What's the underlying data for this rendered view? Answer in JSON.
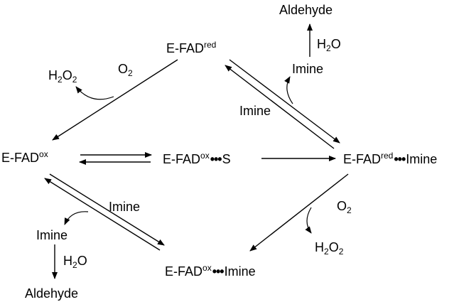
{
  "species": {
    "efad_red_top": {
      "base": "E-FAD",
      "sup": "red"
    },
    "efad_ox_left": {
      "base": "E-FAD",
      "sup": "ox"
    },
    "efad_ox_s": {
      "base": "E-FAD",
      "sup": "ox",
      "dots": "•••",
      "partner": "S"
    },
    "efad_red_imine": {
      "base": "E-FAD",
      "sup": "red",
      "dots": "•••",
      "partner": "Imine"
    },
    "efad_ox_imine": {
      "base": "E-FAD",
      "sup": "ox",
      "dots": "•••",
      "partner": "Imine"
    }
  },
  "labels": {
    "aldehyde_top": "Aldehyde",
    "h2o_top": {
      "H": "H",
      "sub": "2",
      "O": "O"
    },
    "imine_top_branch": "Imine",
    "imine_top_edge": "Imine",
    "o2_top": {
      "O": "O",
      "sub": "2"
    },
    "h2o2_top": {
      "H": "H",
      "sub1": "2",
      "O": "O",
      "sub2": "2"
    },
    "o2_right": {
      "O": "O",
      "sub": "2"
    },
    "h2o2_right": {
      "H": "H",
      "sub1": "2",
      "O": "O",
      "sub2": "2"
    },
    "imine_bottom_edge": "Imine",
    "imine_bottom_branch": "Imine",
    "h2o_bottom": {
      "H": "H",
      "sub": "2",
      "O": "O"
    },
    "aldehyde_bottom": "Aldehyde"
  },
  "colors": {
    "ink": "#000000",
    "background": "#ffffff"
  }
}
